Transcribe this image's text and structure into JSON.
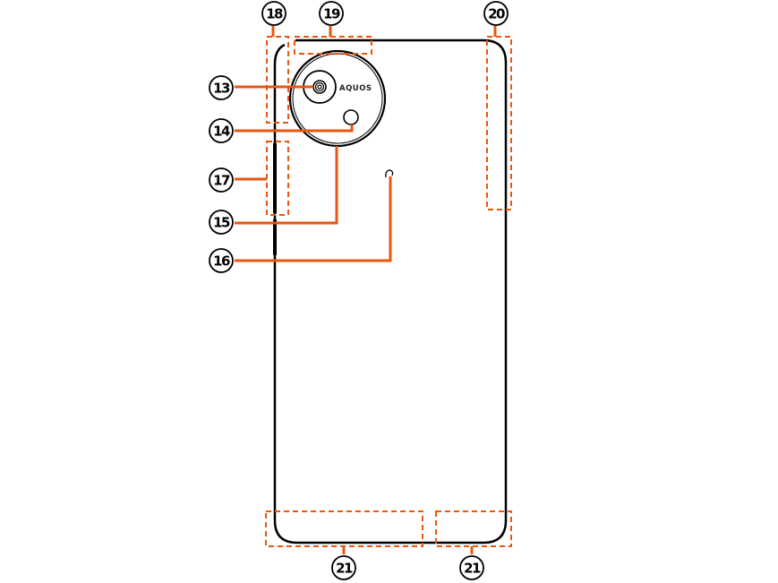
{
  "brand_text": "AQUOS",
  "colors": {
    "accent": "#e8560f",
    "outline": "#000000"
  },
  "callouts": [
    {
      "id": "13",
      "label": "13",
      "target": "rear-camera"
    },
    {
      "id": "14",
      "label": "14",
      "target": "flash"
    },
    {
      "id": "15",
      "label": "15",
      "target": "camera-module"
    },
    {
      "id": "16",
      "label": "16",
      "target": "nfc-mark"
    },
    {
      "id": "17",
      "label": "17",
      "target": "side-area"
    },
    {
      "id": "18",
      "label": "18",
      "target": "top-left-antenna"
    },
    {
      "id": "19",
      "label": "19",
      "target": "top-antenna"
    },
    {
      "id": "20",
      "label": "20",
      "target": "right-antenna"
    },
    {
      "id": "21a",
      "label": "21",
      "target": "bottom-left-antenna"
    },
    {
      "id": "21b",
      "label": "21",
      "target": "bottom-right-antenna"
    }
  ]
}
